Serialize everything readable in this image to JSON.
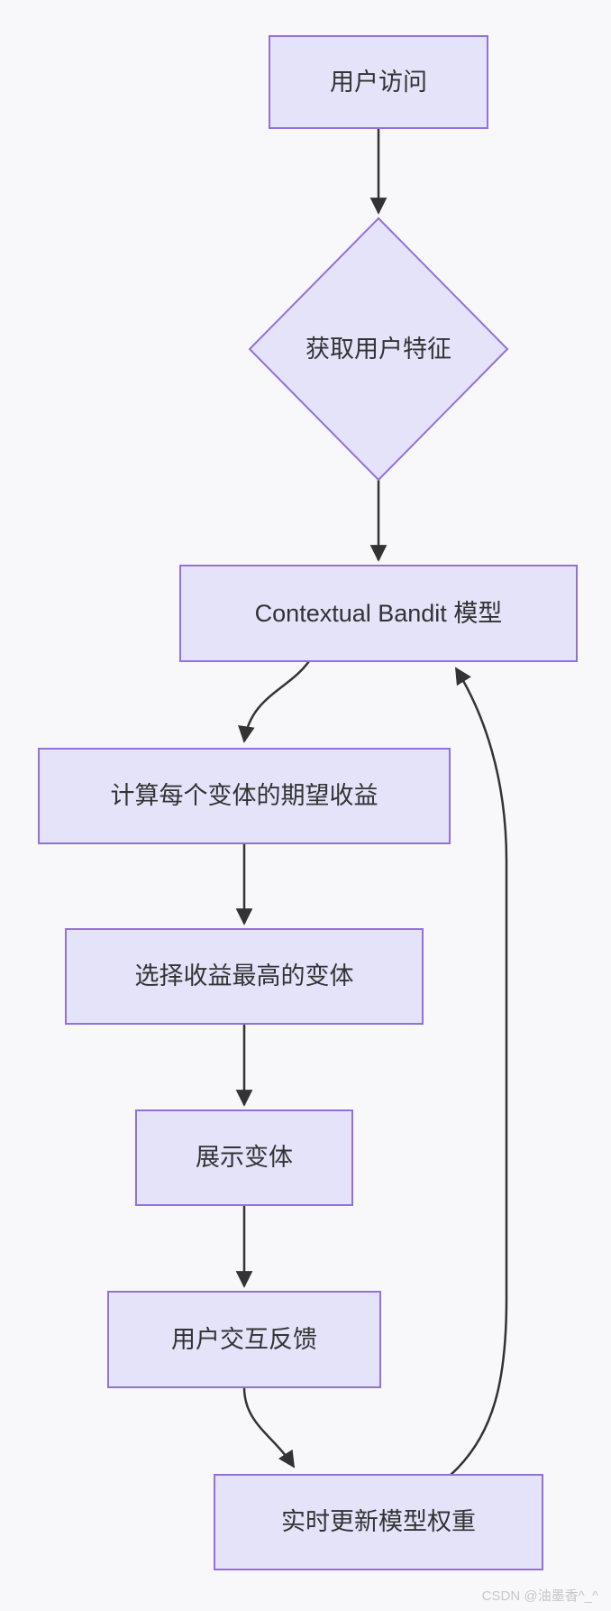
{
  "diagram": {
    "type": "flowchart",
    "direction": "top-down",
    "nodes": [
      {
        "id": "A",
        "shape": "rect",
        "label": "用户访问"
      },
      {
        "id": "B",
        "shape": "diamond",
        "label": "获取用户特征"
      },
      {
        "id": "C",
        "shape": "rect",
        "label": "Contextual Bandit 模型"
      },
      {
        "id": "D",
        "shape": "rect",
        "label": "计算每个变体的期望收益"
      },
      {
        "id": "E",
        "shape": "rect",
        "label": "选择收益最高的变体"
      },
      {
        "id": "F",
        "shape": "rect",
        "label": "展示变体"
      },
      {
        "id": "G",
        "shape": "rect",
        "label": "用户交互反馈"
      },
      {
        "id": "H",
        "shape": "rect",
        "label": "实时更新模型权重"
      }
    ],
    "edges": [
      {
        "from": "A",
        "to": "B",
        "from_label": "用户访问",
        "to_label": "获取用户特征"
      },
      {
        "from": "B",
        "to": "C",
        "from_label": "获取用户特征",
        "to_label": "Contextual Bandit 模型"
      },
      {
        "from": "C",
        "to": "D",
        "from_label": "Contextual Bandit 模型",
        "to_label": "计算每个变体的期望收益"
      },
      {
        "from": "D",
        "to": "E",
        "from_label": "计算每个变体的期望收益",
        "to_label": "选择收益最高的变体"
      },
      {
        "from": "E",
        "to": "F",
        "from_label": "选择收益最高的变体",
        "to_label": "展示变体"
      },
      {
        "from": "F",
        "to": "G",
        "from_label": "展示变体",
        "to_label": "用户交互反馈"
      },
      {
        "from": "G",
        "to": "H",
        "from_label": "用户交互反馈",
        "to_label": "实时更新模型权重"
      },
      {
        "from": "H",
        "to": "C",
        "from_label": "实时更新模型权重",
        "to_label": "Contextual Bandit 模型",
        "kind": "feedback-loop"
      }
    ]
  },
  "watermark": {
    "text": "CSDN @油墨香^_^"
  },
  "theme": {
    "background": "#f8f8fa",
    "node_fill": "#e4e3fa",
    "node_border": "#9370db",
    "edge_color": "#333333",
    "text_color": "#333333",
    "watermark_color": "#c6c6cc"
  }
}
